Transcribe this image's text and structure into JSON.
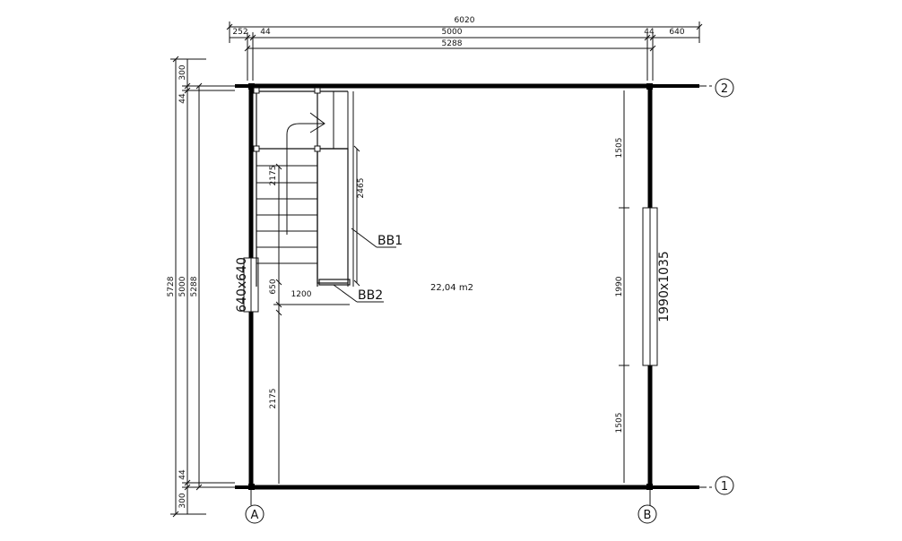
{
  "top_dims": {
    "overall": "6020",
    "left_gap": "252",
    "left_wall": "44",
    "span": "5000",
    "right_wall": "44",
    "right_gap": "640",
    "inner_total": "5288"
  },
  "left_dims": {
    "overall": "5728",
    "inner": "5000",
    "inner_total": "5288",
    "top_gap": "300",
    "top_wall": "44",
    "bottom_wall": "44",
    "bottom_gap": "300"
  },
  "right_dims": {
    "upper": "1505",
    "middle": "1990",
    "lower": "1505"
  },
  "stair_dims": {
    "upper_stair": "2175",
    "stair_height": "2465",
    "landing": "650",
    "stair_width": "1200",
    "lower_stair": "2175"
  },
  "labels": {
    "area": "22,04 m2",
    "bb1": "BB1",
    "bb2": "BB2",
    "left_window": "640x640",
    "right_window": "1990x1035"
  },
  "grid_axes": {
    "bottom_left": "A",
    "bottom_right": "B",
    "right_top": "2",
    "right_bottom": "1"
  }
}
